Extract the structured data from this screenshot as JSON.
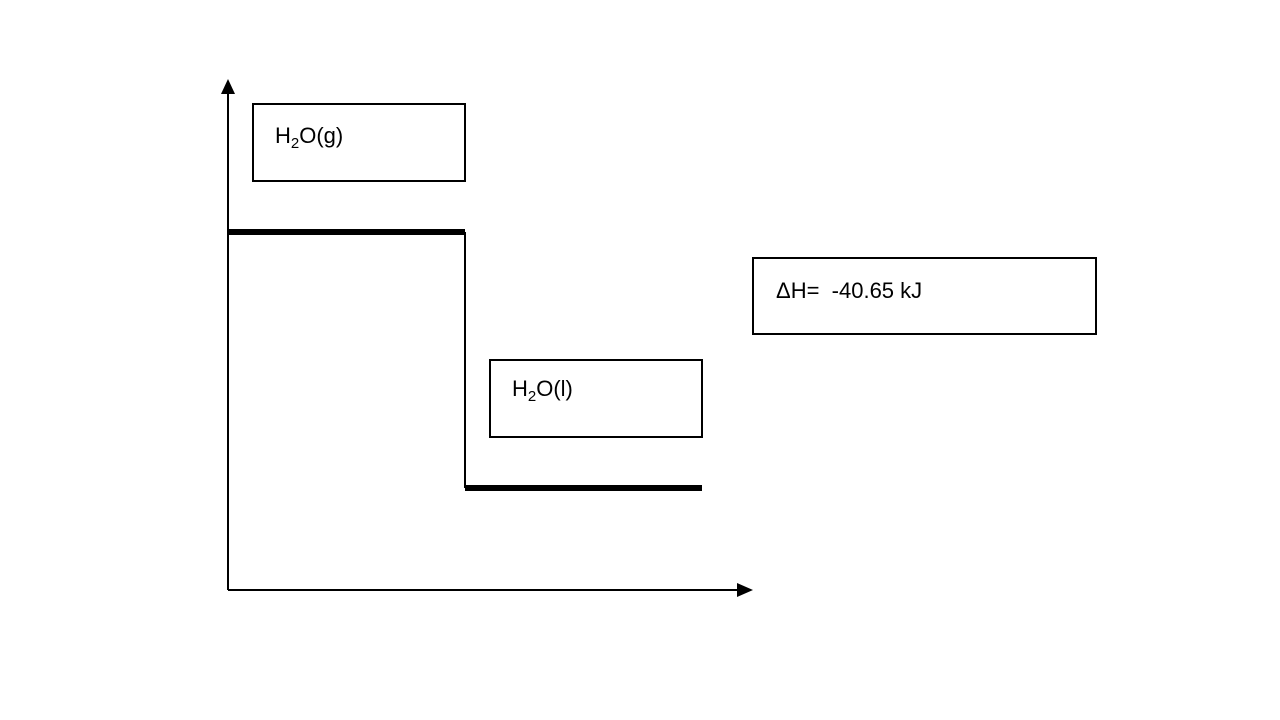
{
  "states": {
    "gas": {
      "symbol": "H",
      "subscript": "2",
      "rest": "O(g)"
    },
    "liquid": {
      "symbol": "H",
      "subscript": "2",
      "rest": "O(l)"
    }
  },
  "enthalpy_change": {
    "text": "ΔH=  -40.65 kJ"
  },
  "colors": {
    "line": "#000000",
    "background": "#ffffff"
  }
}
